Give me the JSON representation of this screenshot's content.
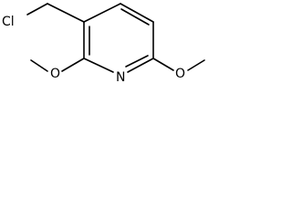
{
  "molecule": {
    "atoms": [
      {
        "id": "cl",
        "symbol": "Cl"
      },
      {
        "id": "n",
        "symbol": "N"
      },
      {
        "id": "o-left",
        "symbol": "O"
      },
      {
        "id": "o-right",
        "symbol": "O"
      }
    ]
  }
}
